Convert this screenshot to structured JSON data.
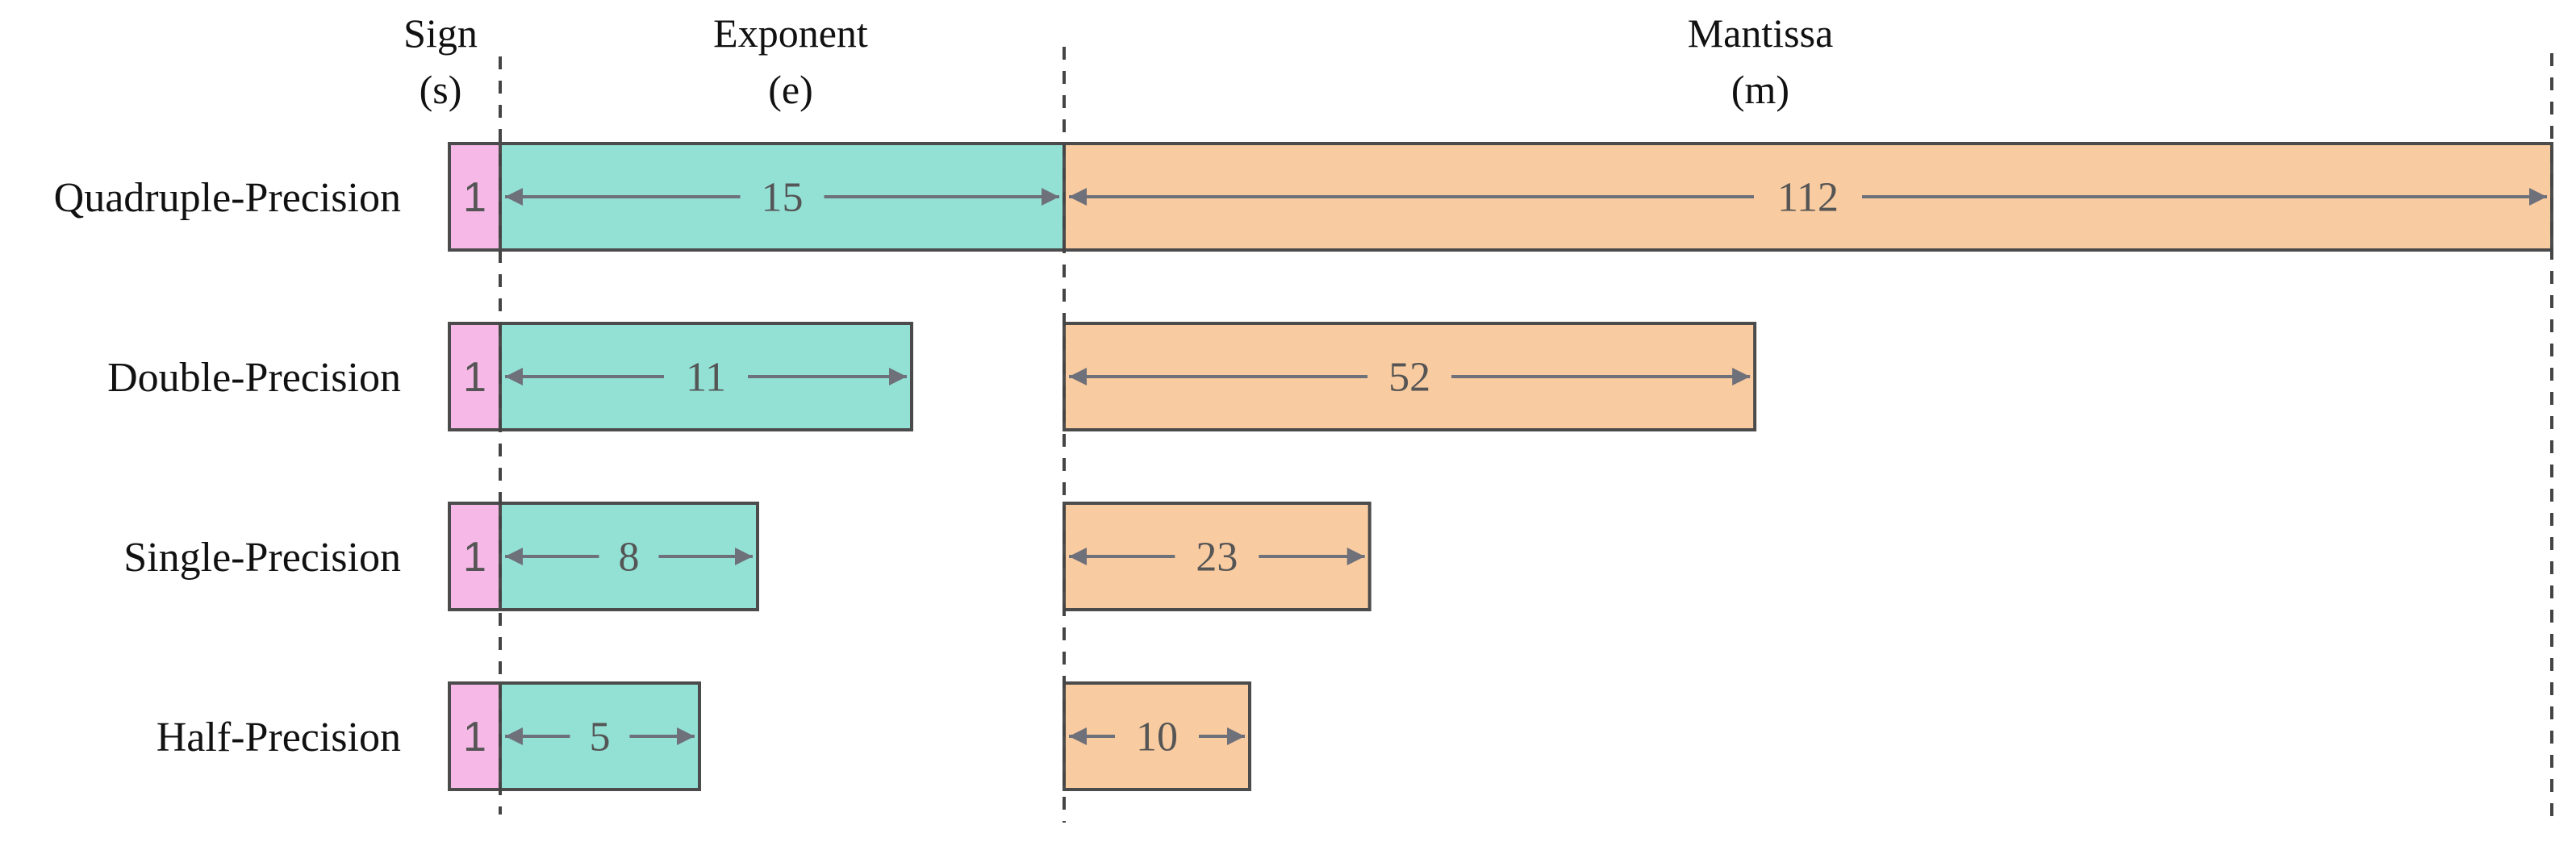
{
  "headers": {
    "sign": {
      "line1": "Sign",
      "line2": "(s)"
    },
    "exponent": {
      "line1": "Exponent",
      "line2": "(e)"
    },
    "mantissa": {
      "line1": "Mantissa",
      "line2": "(m)"
    }
  },
  "rows": [
    {
      "label": "Quadruple-Precision",
      "sign_bits": "1",
      "exponent_bits": "15",
      "mantissa_bits": "112"
    },
    {
      "label": "Double-Precision",
      "sign_bits": "1",
      "exponent_bits": "11",
      "mantissa_bits": "52"
    },
    {
      "label": "Single-Precision",
      "sign_bits": "1",
      "exponent_bits": "8",
      "mantissa_bits": "23"
    },
    {
      "label": "Half-Precision",
      "sign_bits": "1",
      "exponent_bits": "5",
      "mantissa_bits": "10"
    }
  ],
  "colors": {
    "sign_fill": "#f6b8e6",
    "exponent_fill": "#93e0d5",
    "mantissa_fill": "#f9cba0",
    "border": "#4b4b4b",
    "arrow": "#6e717a",
    "field_text": "#555555",
    "label_text": "#111111"
  }
}
